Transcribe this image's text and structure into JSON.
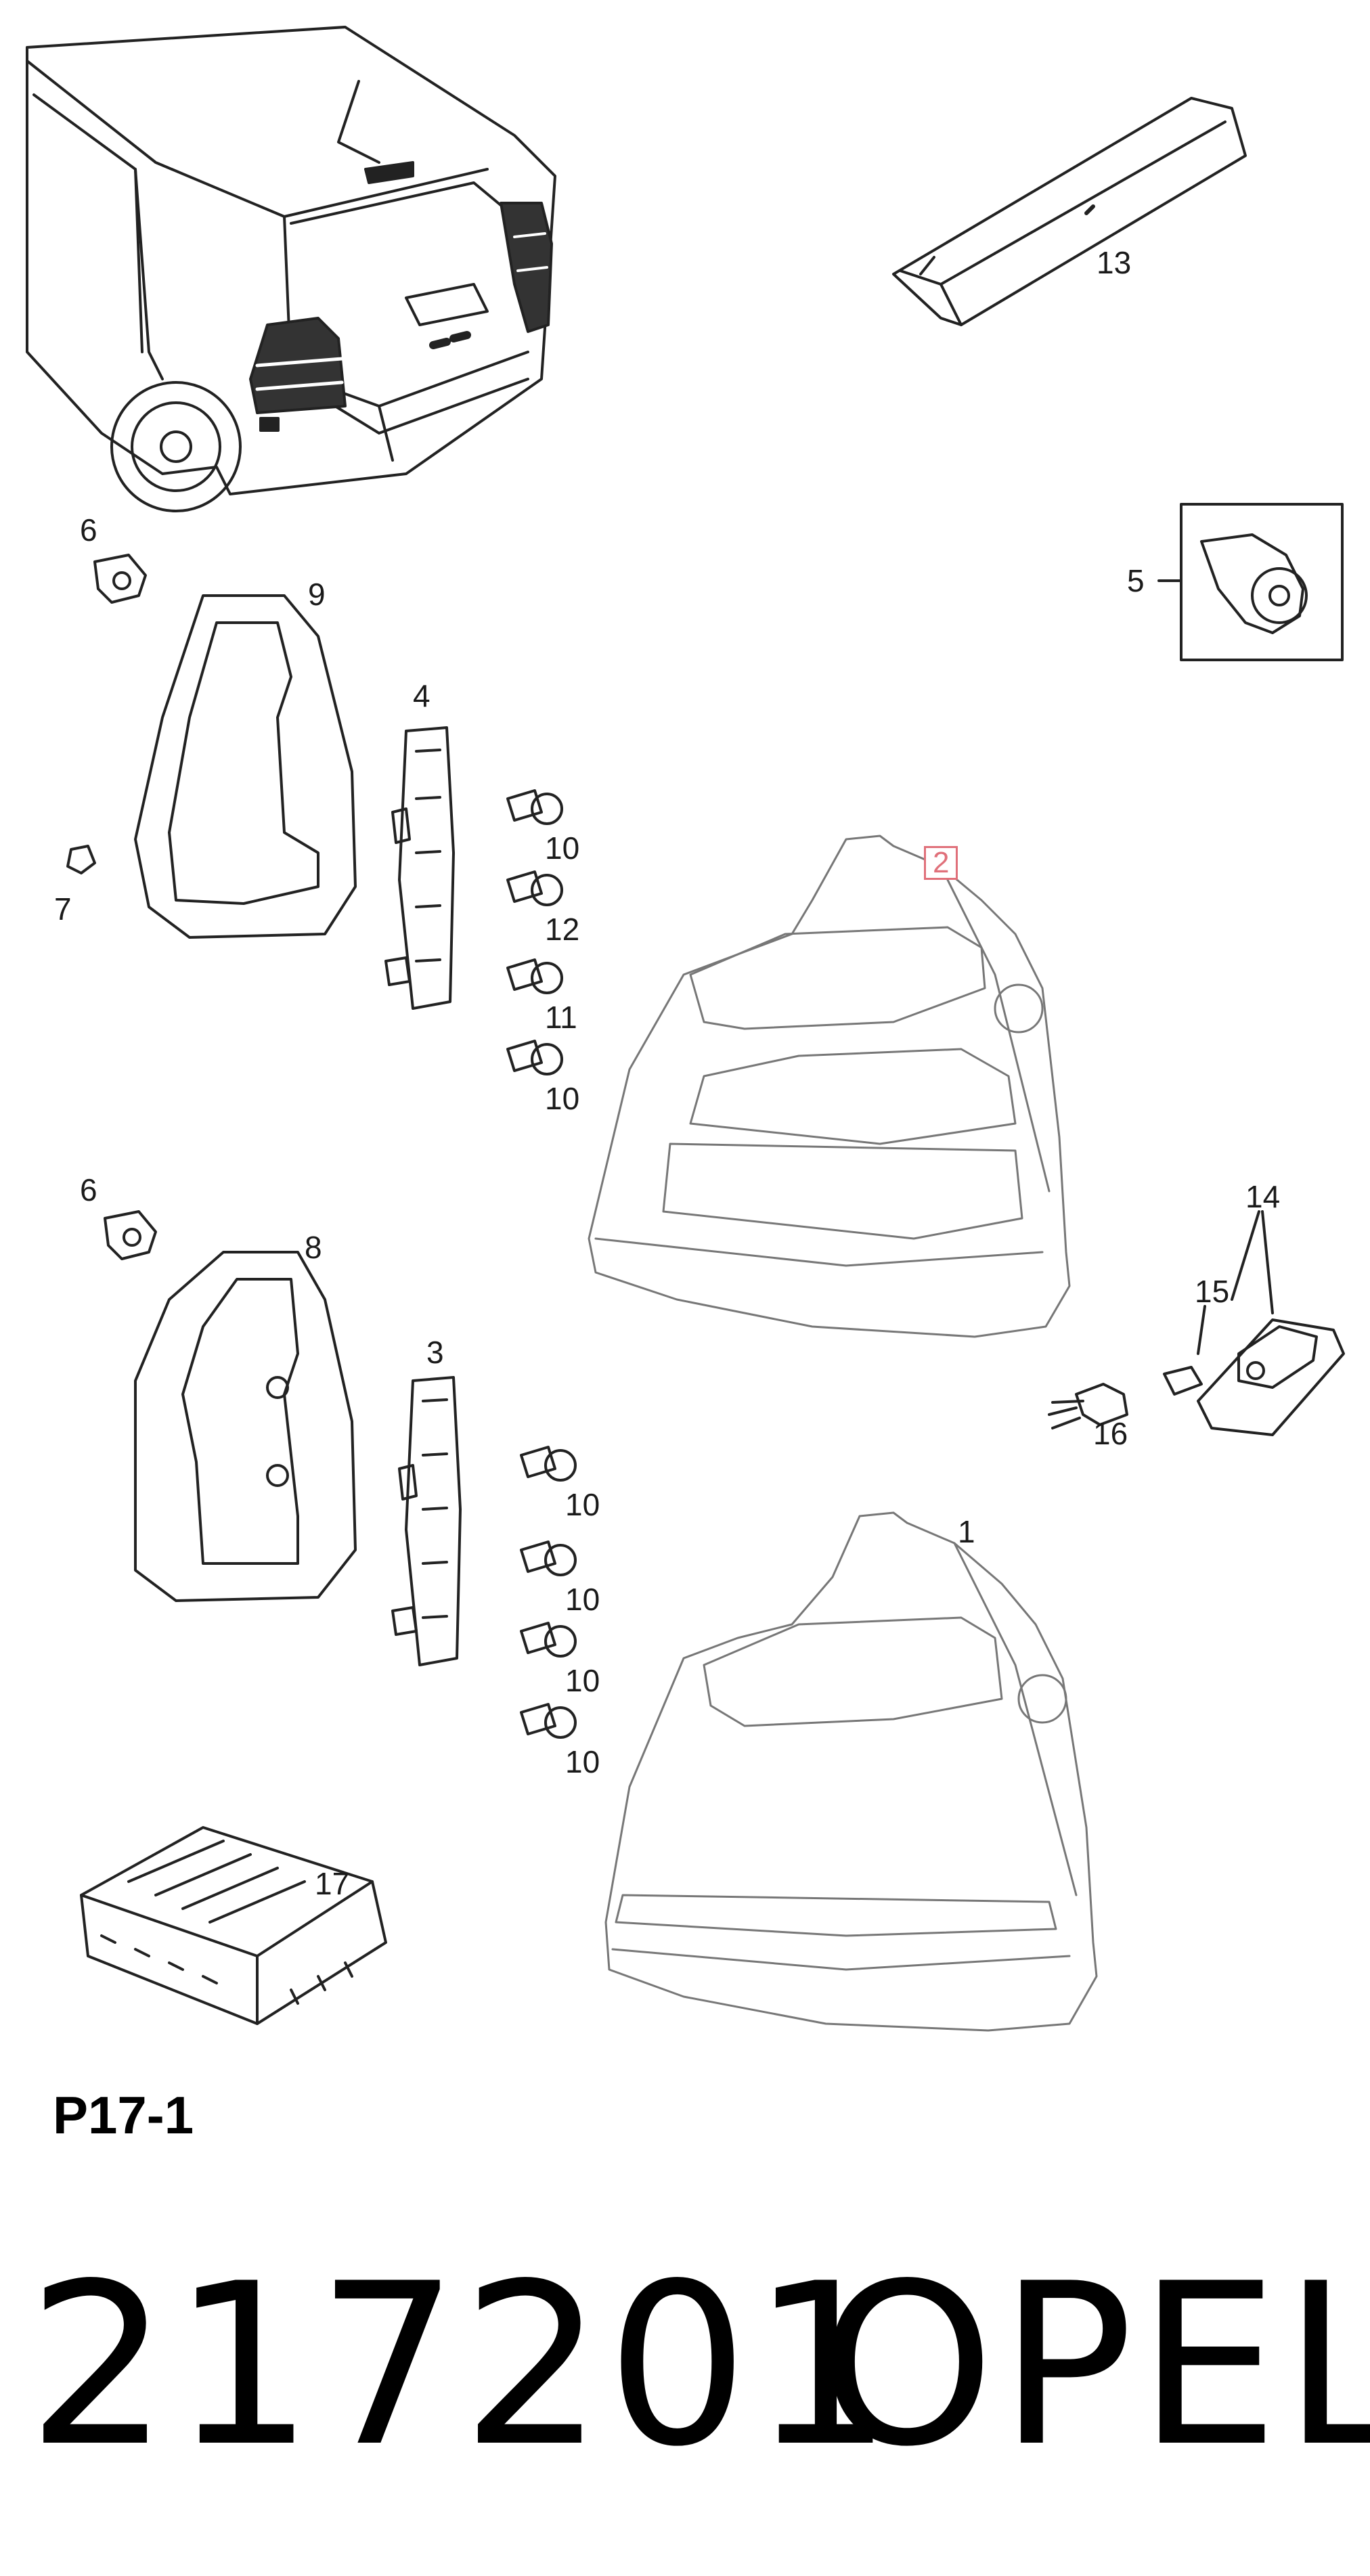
{
  "diagram": {
    "page_ref": "P17-1",
    "part_number": "217201",
    "brand": "OPEL",
    "highlight_color": "#e0707a",
    "callouts": {
      "c13": "13",
      "c5": "5",
      "c6a": "6",
      "c9": "9",
      "c4": "4",
      "c10a": "10",
      "c7": "7",
      "c12": "12",
      "c11": "11",
      "c10b": "10",
      "c2": "2",
      "c6b": "6",
      "c8": "8",
      "c3": "3",
      "c14": "14",
      "c15": "15",
      "c16": "16",
      "c10c": "10",
      "c10d": "10",
      "c10e": "10",
      "c10f": "10",
      "c1": "1",
      "c17": "17"
    },
    "parts": [
      "vehicle-rear-view",
      "high-mount-brake-light",
      "fastener-grommet",
      "clip-nut",
      "lamp-seal-gasket",
      "bulb-holder-carrier",
      "bulb",
      "tail-lamp-left",
      "tail-lamp-right",
      "licence-plate-lamp",
      "lamp-socket",
      "control-module"
    ]
  }
}
